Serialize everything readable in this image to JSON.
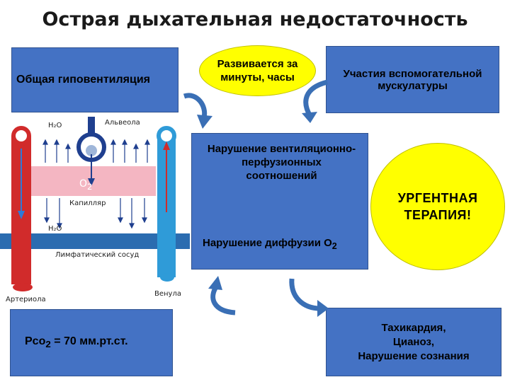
{
  "title": "Острая дыхательная недостаточность",
  "boxes": {
    "hypoventilation": "Общая гиповентиляция",
    "muscles_line1": "Участия вспомогательной",
    "muscles_line2": "мускулатуры",
    "vq_line1": "Нарушение вентиляционно-",
    "vq_line2": "перфузионных",
    "vq_line3": "соотношений",
    "diffusion_prefix": "Нарушение диффузии О",
    "diffusion_sub": "2",
    "pco2_prefix": "Рсо",
    "pco2_sub": "2",
    "pco2_suffix": " = 70 мм.рт.ст.",
    "symptoms_line1": "Тахикардия,",
    "symptoms_line2": "Цианоз,",
    "symptoms_line3": "Нарушение сознания"
  },
  "ellipses": {
    "onset_line1": "Развивается за",
    "onset_line2": "минуты, часы",
    "urgent_line1": "УРГЕНТНАЯ",
    "urgent_line2": "ТЕРАПИЯ!"
  },
  "diagram_labels": {
    "h2o_top": "Н₂О",
    "alveola": "Альвеола",
    "o2": "О",
    "o2_sub": "2",
    "capillary": "Капилляр",
    "h2o_bottom": "Н₂О",
    "lymph": "Лимфатический сосуд",
    "arteriole": "Артериола",
    "venule": "Венула"
  },
  "colors": {
    "box_blue": "#4472c4",
    "ellipse_yellow": "#ffff00",
    "arrow_blue": "#3a6fb5",
    "artery_red": "#d12b2b",
    "vein_blue": "#2f9bd8",
    "capillary_pink": "#f4b6c2"
  }
}
